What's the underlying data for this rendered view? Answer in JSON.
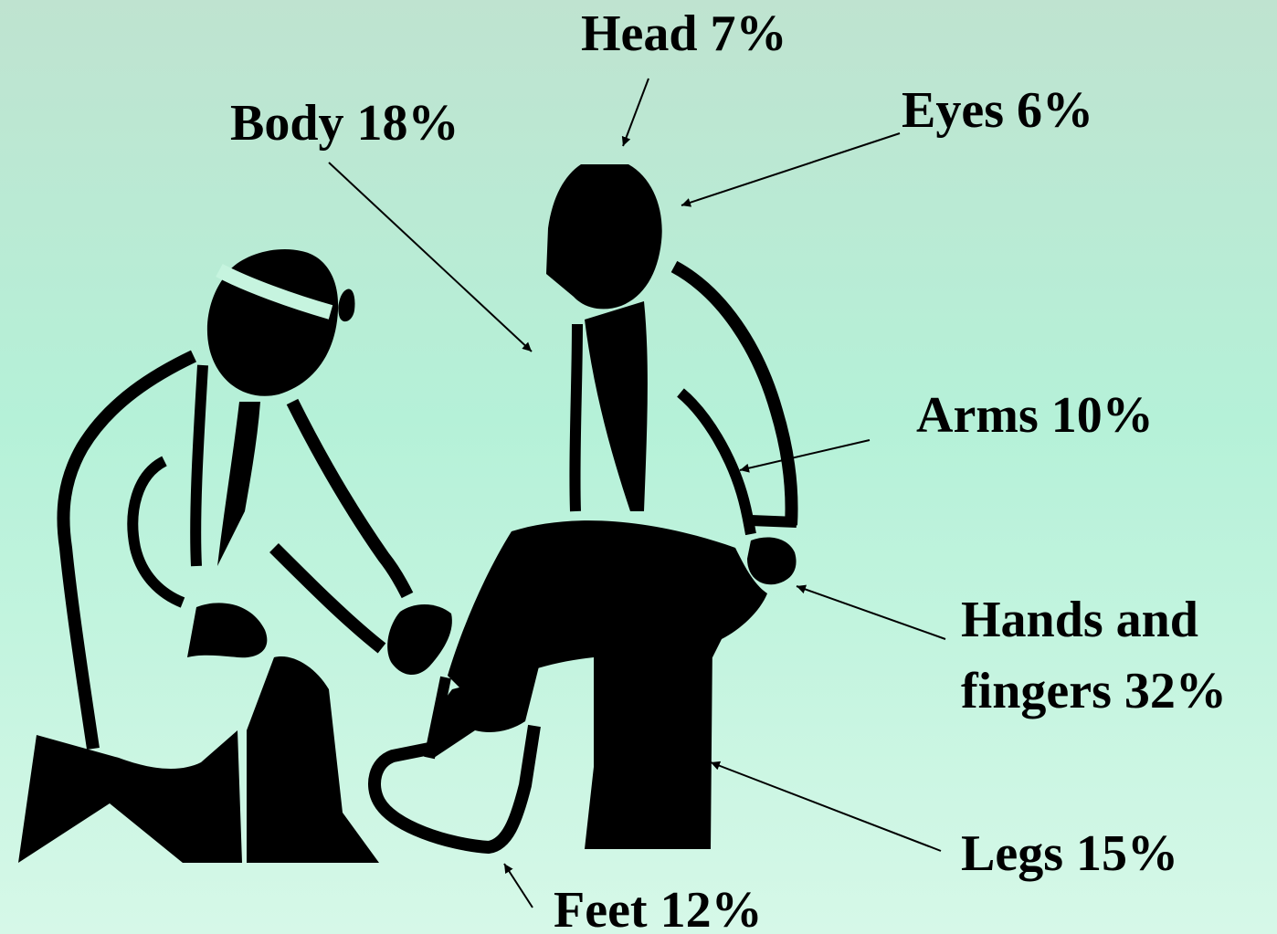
{
  "labels": {
    "head": "Head 7%",
    "eyes": "Eyes 6%",
    "body": "Body 18%",
    "arms": "Arms 10%",
    "hands_line1": "Hands and",
    "hands_line2": "fingers 32%",
    "legs": "Legs 15%",
    "feet": "Feet 12%"
  },
  "colors": {
    "ink": "#000000",
    "background_top": "#bfe3d0",
    "background_bottom": "#d6f8e8"
  },
  "figure": {
    "subjects": [
      "kneeling-medic-figure",
      "seated-patient-figure"
    ]
  }
}
